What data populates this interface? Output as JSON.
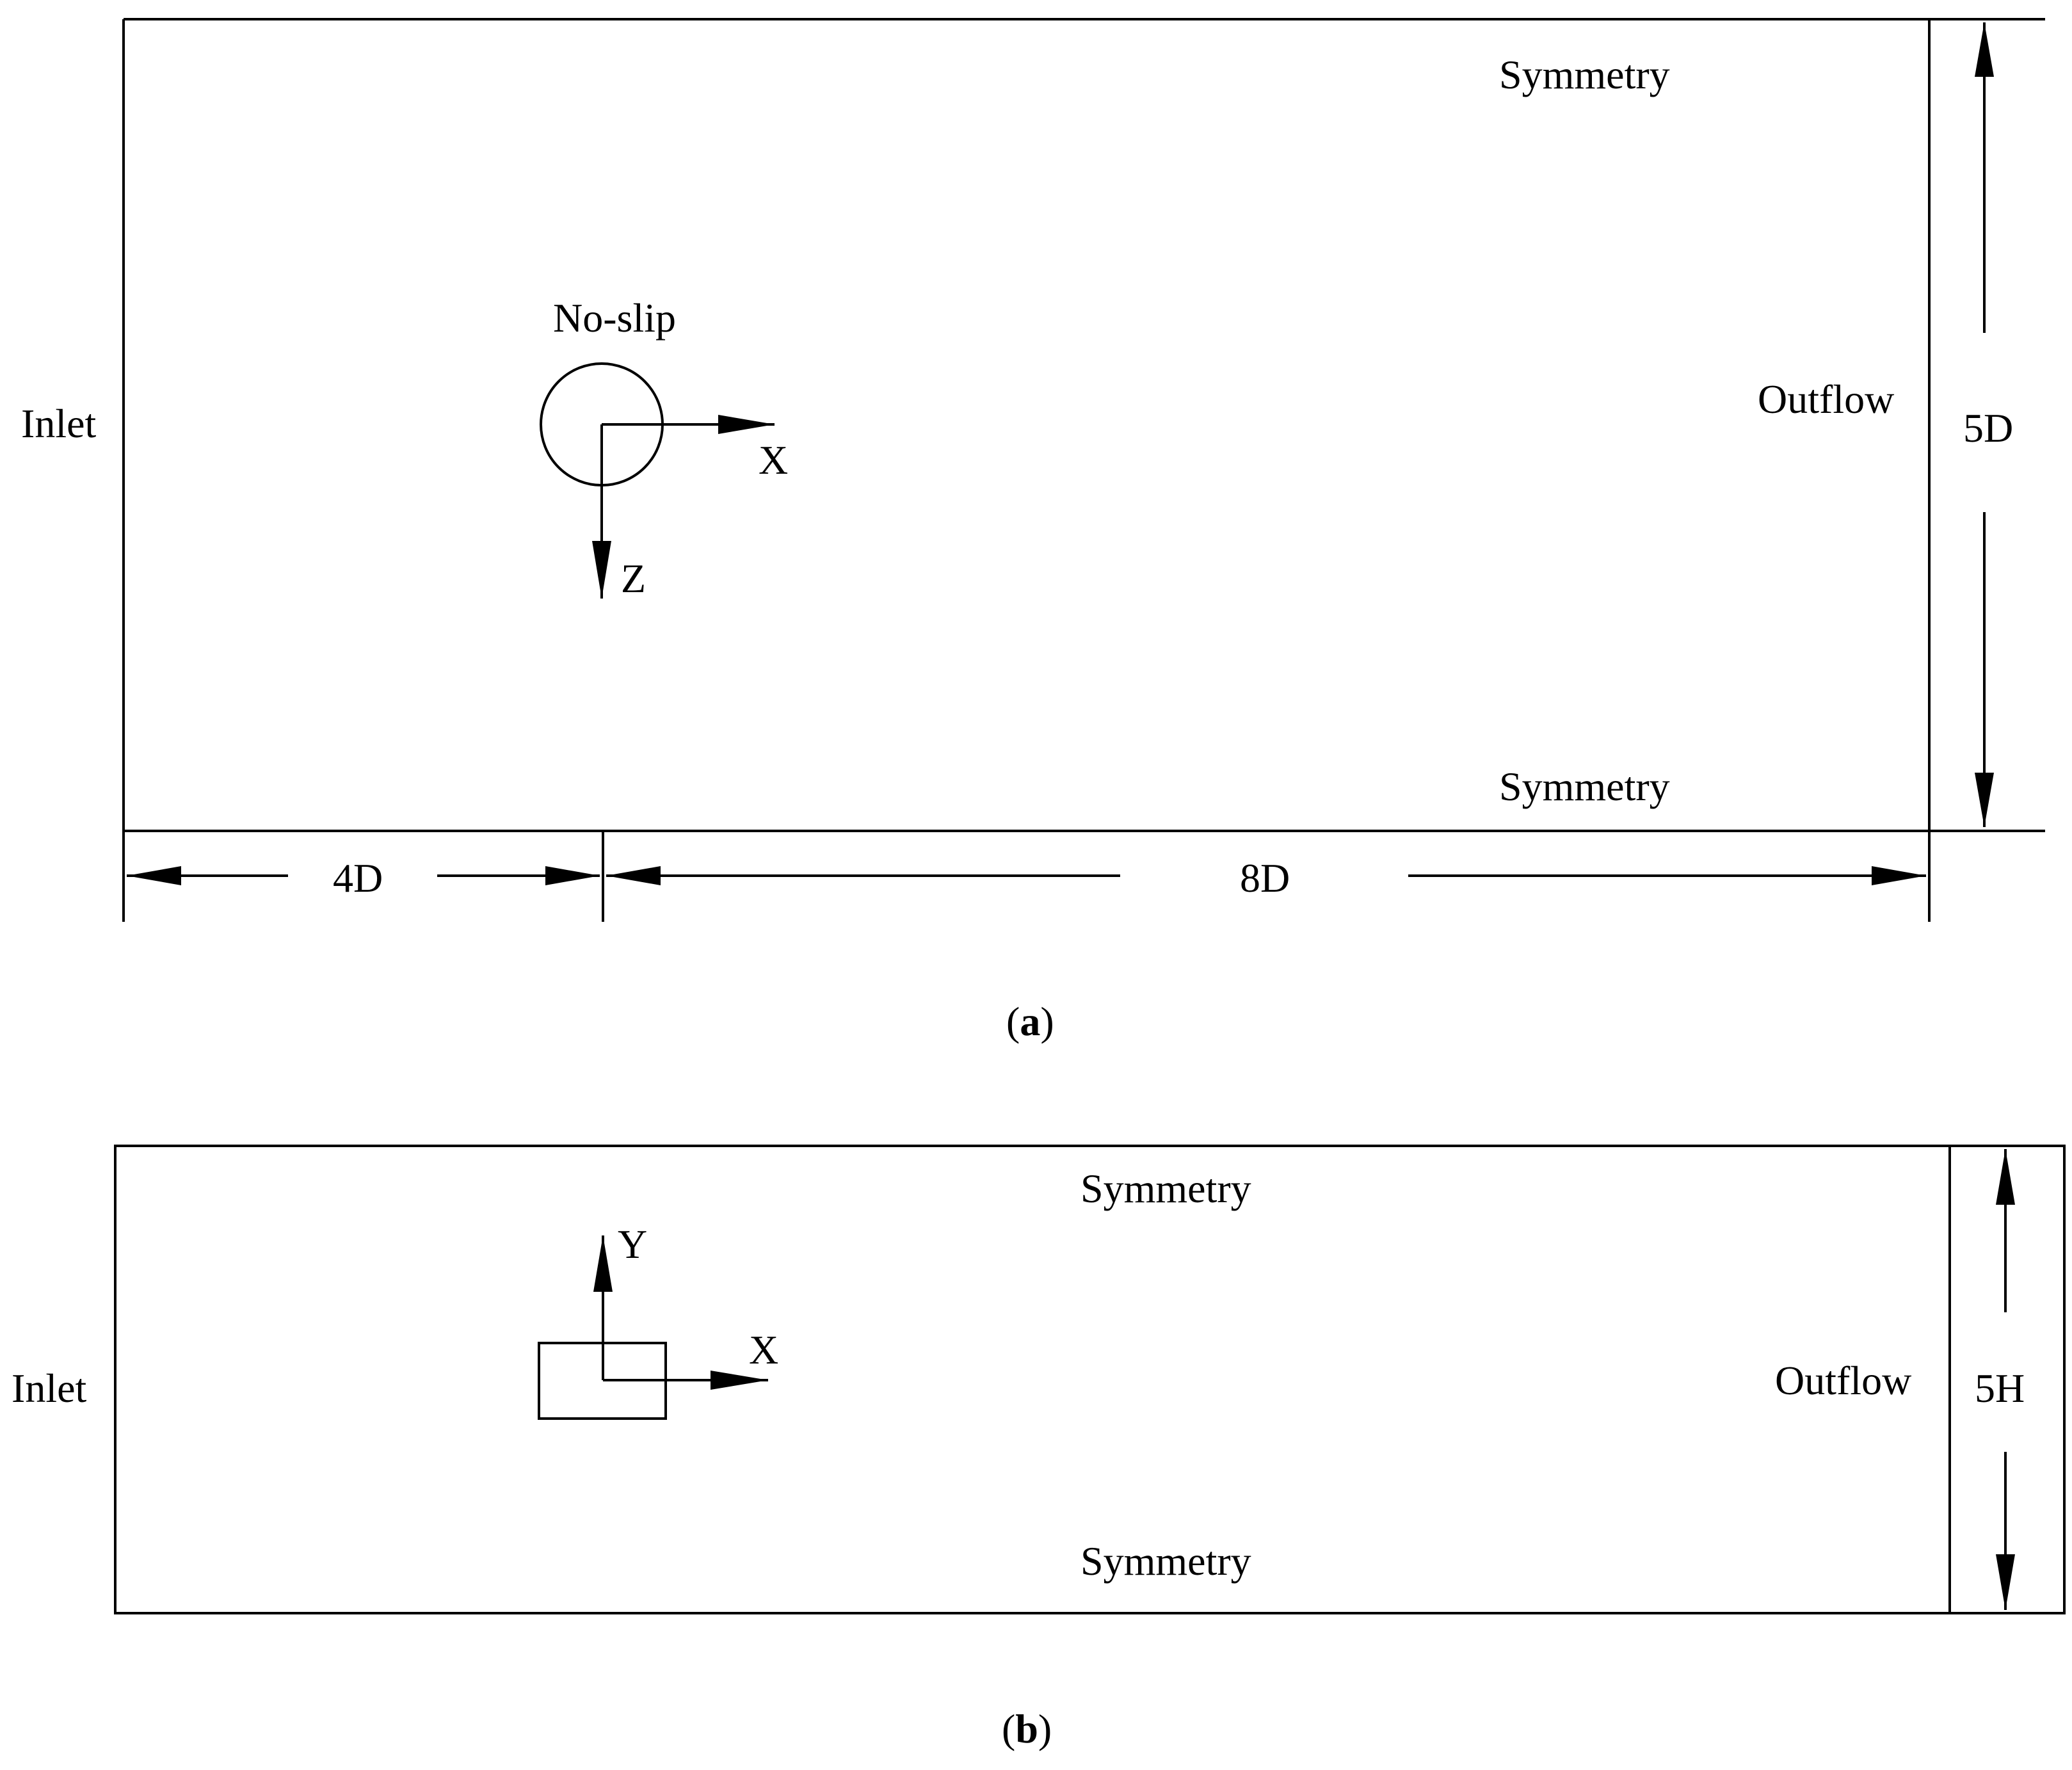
{
  "panel_a": {
    "inlet": "Inlet",
    "outflow": "Outflow",
    "symmetry_top": "Symmetry",
    "symmetry_bottom": "Symmetry",
    "noslip": "No-slip",
    "axis_x": "X",
    "axis_z": "Z",
    "dim_height": "5D",
    "dim_upstream": "4D",
    "dim_downstream": "8D",
    "caption_open": "(",
    "caption_letter": "a",
    "caption_close": ")"
  },
  "panel_b": {
    "inlet": "Inlet",
    "outflow": "Outflow",
    "symmetry_top": "Symmetry",
    "symmetry_bottom": "Symmetry",
    "axis_x": "X",
    "axis_y": "Y",
    "dim_height": "5H",
    "caption_open": "(",
    "caption_letter": "b",
    "caption_close": ")"
  }
}
